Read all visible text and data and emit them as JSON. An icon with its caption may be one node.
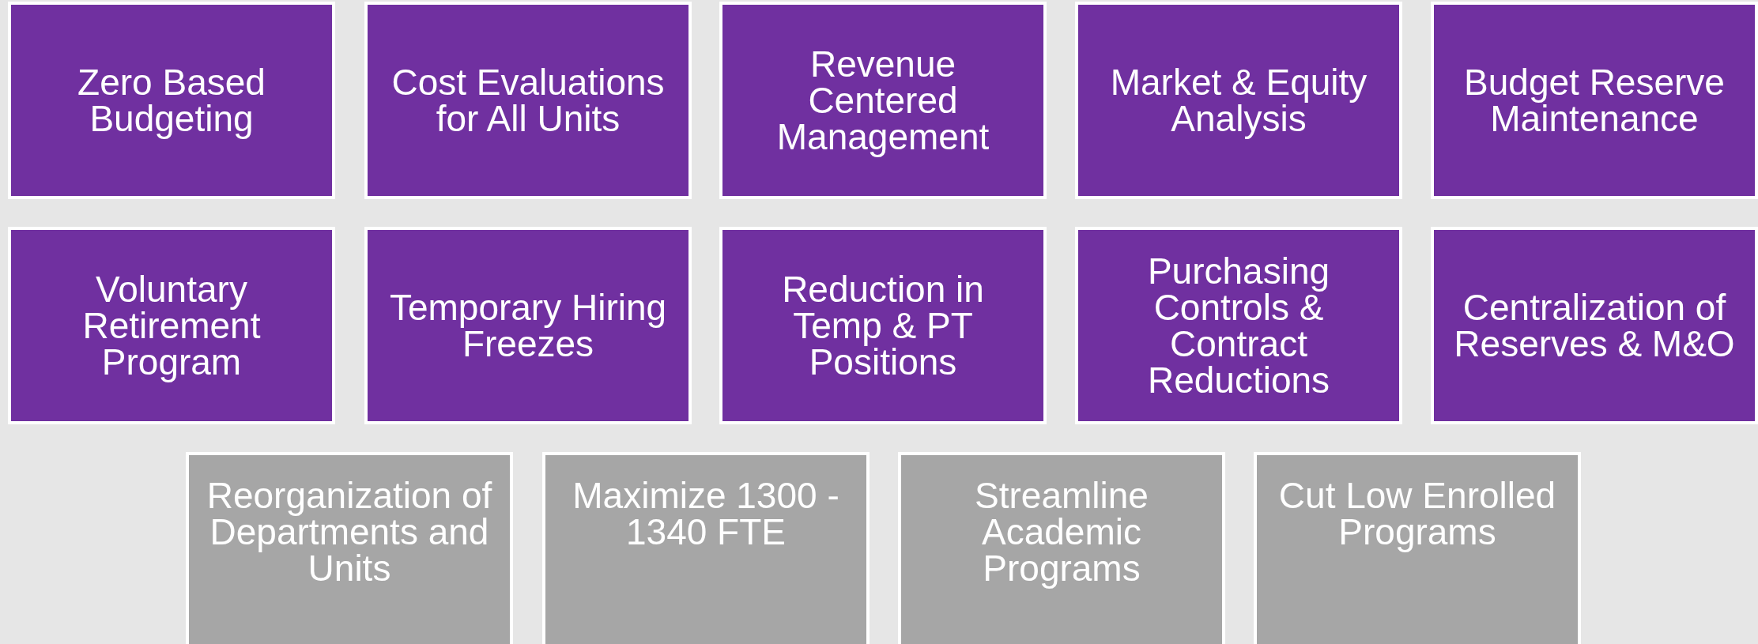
{
  "diagram": {
    "nodes": [
      {
        "text": [
          "Zero Based Budgeting"
        ]
      },
      {
        "text": [
          "Cost Evaluations for All Units"
        ]
      },
      {
        "text": [
          "Revenue Centered Management"
        ]
      },
      {
        "text": [
          "Market & Equity Analysis"
        ]
      },
      {
        "text": [
          "Budget Reserve Maintenance"
        ]
      },
      {
        "text": [
          "Voluntary Retirement Program"
        ]
      },
      {
        "text": [
          "Temporary Hiring Freezes"
        ]
      },
      {
        "text": [
          "Reduction in Temp & PT Positions"
        ]
      },
      {
        "text": [
          "Purchasing Controls & Contract Reductions"
        ]
      },
      {
        "text": [
          "Centralization of Reserves & M&O"
        ]
      },
      {
        "text": [
          "Reorganization of Departments and Units"
        ]
      },
      {
        "text": [
          "Maximize 1300 - 1340 FTE"
        ]
      },
      {
        "text": [
          "Streamline Academic Programs"
        ]
      },
      {
        "text": [
          "Cut Low Enrolled Programs"
        ]
      }
    ]
  }
}
